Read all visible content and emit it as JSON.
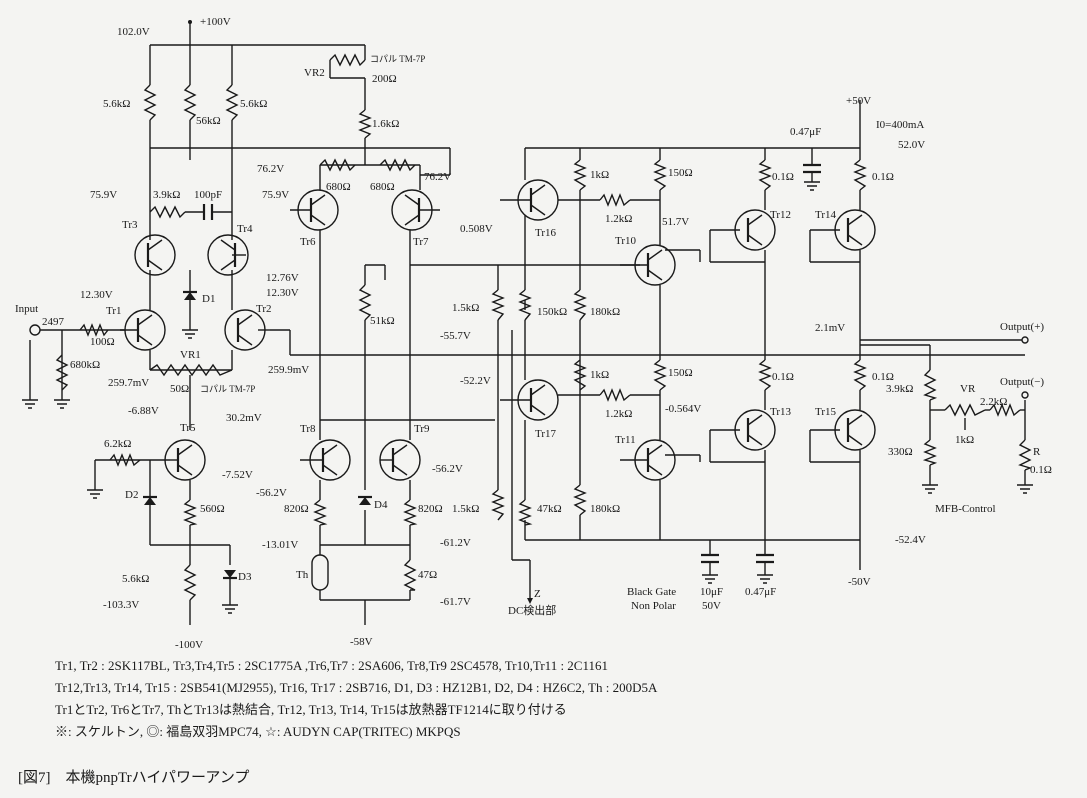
{
  "labels": {
    "v_plus100": "+100V",
    "v_102": "102.0V",
    "r_56k_a": "5.6kΩ",
    "r_56k_b": "56kΩ",
    "r_56k_c": "5.6kΩ",
    "vr2": "VR2",
    "vr2_type": "コパル TM-7P",
    "r_200": "200Ω",
    "r_1k6": "1.6kΩ",
    "v_76_2a": "76.2V",
    "v_76_2b": "76.2V",
    "r_680a": "680Ω",
    "r_680b": "680Ω",
    "v_75_9a": "75.9V",
    "v_75_9b": "75.9V",
    "r_3k9": "3.9kΩ",
    "c_100p": "100pF",
    "tr3": "Tr3",
    "tr4": "Tr4",
    "tr6": "Tr6",
    "tr7": "Tr7",
    "d1": "D1",
    "v_12_76": "12.76V",
    "v_12_30a": "12.30V",
    "v_12_30b": "12.30V",
    "input": "Input",
    "v_2497": "2497",
    "r_100": "100Ω",
    "r_680k": "680kΩ",
    "tr1": "Tr1",
    "tr2": "Tr2",
    "vr1": "VR1",
    "r_50": "50Ω",
    "vr1_type": "コパル TM-7P",
    "v_259_7": "259.7mV",
    "v_259_9": "259.9mV",
    "r_51k": "51kΩ",
    "v_55_7": "-55.7V",
    "v_0508": "0.508V",
    "r_1k5a": "1.5kΩ",
    "r_150ka": "150kΩ",
    "r_180ka": "180kΩ",
    "tr16": "Tr16",
    "tr10": "Tr10",
    "tr12": "Tr12",
    "tr14": "Tr14",
    "r_1ka": "1kΩ",
    "r_1k2a": "1.2kΩ",
    "r_150a": "150Ω",
    "v_51_7": "51.7V",
    "r_01a": "0.1Ω",
    "r_01b": "0.1Ω",
    "c_047a": "0.47μF",
    "v_plus50": "+50V",
    "i0": "I0=400mA",
    "v_52": "52.0V",
    "v_2_1mv": "2.1mV",
    "out_plus": "Output(+)",
    "out_minus": "Output(−)",
    "v_6_88": "-6.88V",
    "v_30_2": "30.2mV",
    "tr5": "Tr5",
    "r_6k2": "6.2kΩ",
    "v_7_52": "-7.52V",
    "d2": "D2",
    "r_560": "560Ω",
    "v_13_01": "-13.01V",
    "d3": "D3",
    "r_5k6d": "5.6kΩ",
    "v_103_3": "-103.3V",
    "v_minus100": "-100V",
    "tr8": "Tr8",
    "tr9": "Tr9",
    "v_56_2a": "-56.2V",
    "v_56_2b": "-56.2V",
    "r_820a": "820Ω",
    "r_820b": "820Ω",
    "d4": "D4",
    "v_61_2": "-61.2V",
    "r_47": "47Ω",
    "th": "Th",
    "v_61_7": "-61.7V",
    "v_minus58": "-58V",
    "v_52_2": "-52.2V",
    "tr17": "Tr17",
    "r_1k5b": "1.5kΩ",
    "r_47k": "47kΩ",
    "r_180kb": "180kΩ",
    "tr11": "Tr11",
    "tr13": "Tr13",
    "tr15": "Tr15",
    "r_1kb": "1kΩ",
    "r_1k2b": "1.2kΩ",
    "r_150b": "150Ω",
    "v_0564": "-0.564V",
    "r_01c": "0.1Ω",
    "r_01d": "0.1Ω",
    "r_3k9b": "3.9kΩ",
    "vr": "VR",
    "r_2k2": "2.2kΩ",
    "r_1kc": "1kΩ",
    "r_330": "330Ω",
    "r_R": "R",
    "r_01e": "0.1Ω",
    "mfb": "MFB-Control",
    "v_52_4": "-52.4V",
    "v_minus50": "-50V",
    "z": "Z",
    "dc_det": "DC検出部",
    "bg": "Black Gate",
    "np": "Non Polar",
    "c_10u": "10μF",
    "v50": "50V",
    "c_047b": "0.47μF"
  },
  "notes": [
    "Tr1, Tr2 : 2SK117BL, Tr3,Tr4,Tr5 : 2SC1775A ,Tr6,Tr7 : 2SA606, Tr8,Tr9 2SC4578, Tr10,Tr11 : 2C1161",
    "Tr12,Tr13, Tr14, Tr15 : 2SB541(MJ2955), Tr16, Tr17 : 2SB716, D1, D3 : HZ12B1, D2, D4 : HZ6C2, Th : 200D5A",
    "Tr1とTr2, Tr6とTr7, ThとTr13は熱結合, Tr12, Tr13, Tr14, Tr15は放熱器TF1214に取り付ける",
    "※: スケルトン, ◎: 福島双羽MPC74, ☆: AUDYN CAP(TRITEC) MKPQS"
  ],
  "caption": "[図7]　本機pnpTrハイパワーアンプ"
}
